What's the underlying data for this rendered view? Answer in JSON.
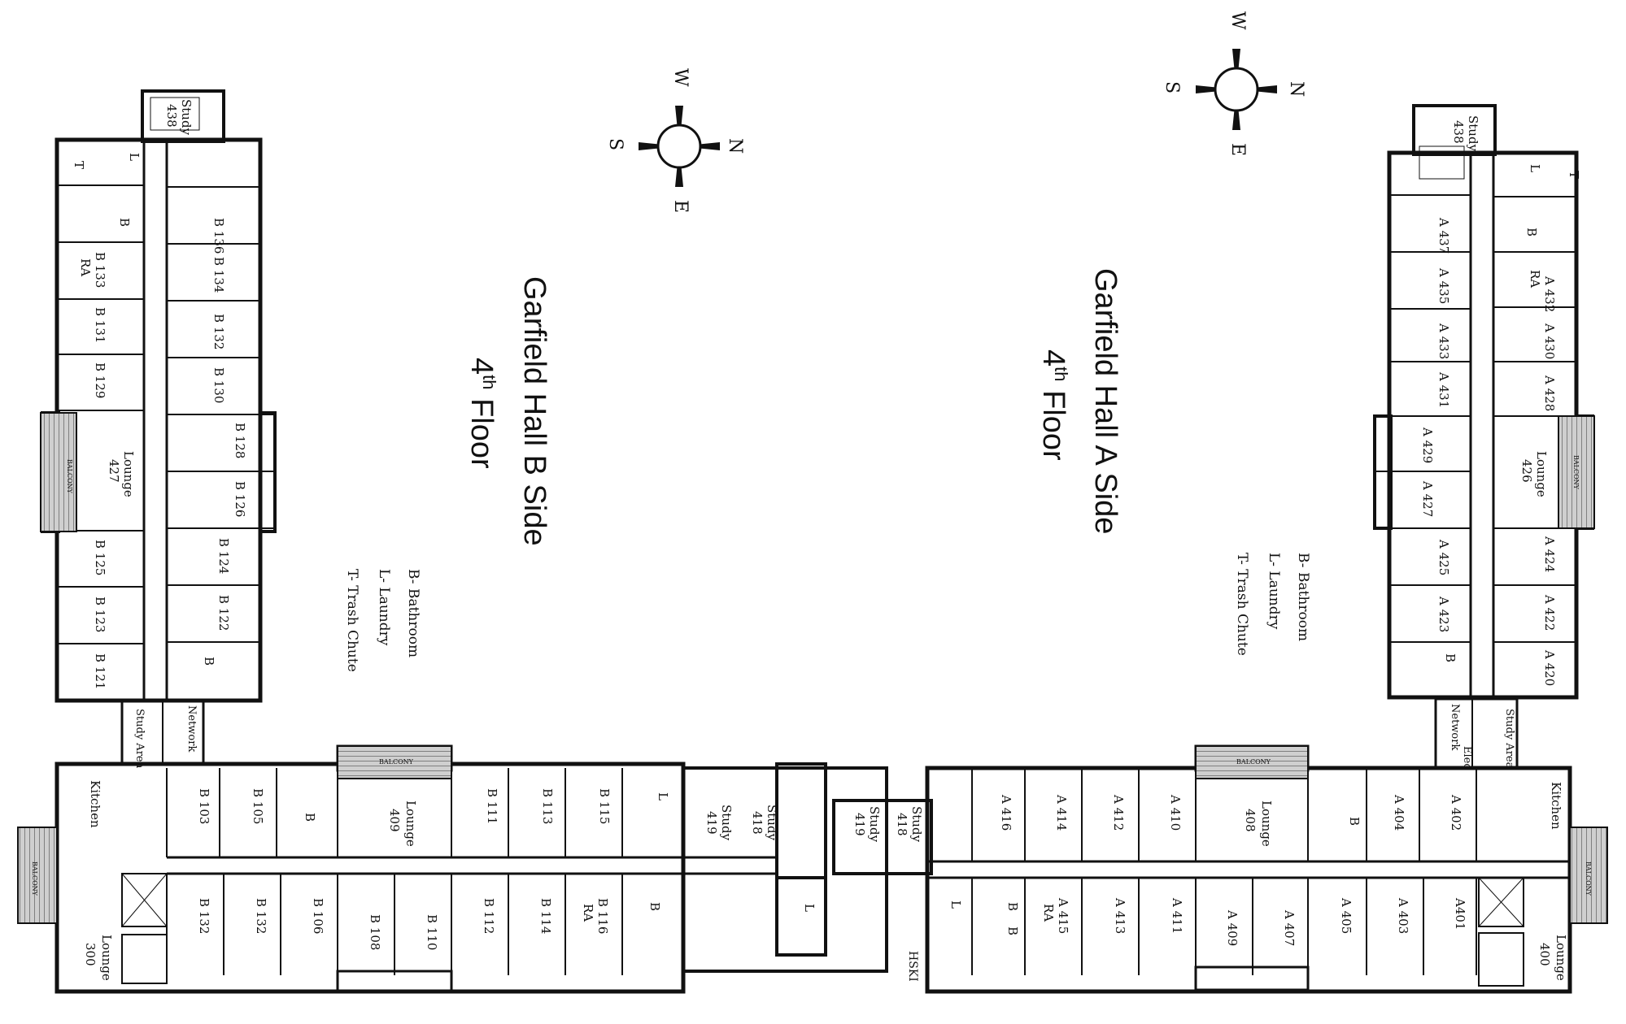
{
  "titles": {
    "b_side": {
      "line1": "Garfield Hall B Side",
      "floor_num": "4",
      "floor_sup": "th",
      "floor_word": "Floor"
    },
    "a_side": {
      "line1": "Garfield Hall A Side",
      "floor_num": "4",
      "floor_sup": "th",
      "floor_word": "Floor"
    }
  },
  "legend": {
    "bathroom": "B- Bathroom",
    "laundry": "L- Laundry",
    "trash": "T- Trash Chute"
  },
  "compass": {
    "n": "N",
    "s": "S",
    "e": "E",
    "w": "W"
  },
  "balcony_label": "BALCONY",
  "hski_label": "HSKI",
  "b_wing": {
    "study_top": {
      "name": "Study",
      "num": "438"
    },
    "west_rooms": [
      "B 133",
      "B 131",
      "B 129",
      "B 125",
      "B 123",
      "B 121"
    ],
    "ra_label": "RA",
    "east_rooms": [
      "B 136",
      "B 134",
      "B 132",
      "B 130",
      "B 128",
      "B 126",
      "B 124",
      "B 122"
    ],
    "lounge": {
      "name": "Lounge",
      "num": "427"
    },
    "network": "Network",
    "study_area": "Study Area",
    "kitchen": "Kitchen",
    "lounge300": {
      "name": "Lounge",
      "num": "300"
    },
    "top_rooms": [
      "B 103",
      "B 105",
      "B 111",
      "B 113",
      "B 115"
    ],
    "lounge409": {
      "name": "Lounge",
      "num": "409"
    },
    "study419": {
      "name": "Study",
      "num": "419"
    },
    "study418": {
      "name": "Study",
      "num": "418"
    },
    "bottom_rooms": [
      "B 132",
      "B 132",
      "B 106",
      "B 108",
      "B 110",
      "B 112",
      "B 114",
      "B 116"
    ],
    "ra_bottom": "RA",
    "marks": {
      "L": "L",
      "B": "B",
      "T": "T"
    }
  },
  "a_wing": {
    "study_top": {
      "name": "Study",
      "num": "438"
    },
    "west_rooms": [
      "A 437",
      "A 435",
      "A 433",
      "A 431",
      "A 429",
      "A 427",
      "A 425",
      "A 423"
    ],
    "east_rooms": [
      "A 432",
      "A 430",
      "A 428",
      "A 424",
      "A 422",
      "A 420"
    ],
    "ra_label": "RA",
    "lounge": {
      "name": "Lounge",
      "num": "426"
    },
    "network": "Network",
    "elec": "Elec",
    "study_area": "Study Area",
    "kitchen": "Kitchen",
    "lounge400": {
      "name": "Lounge",
      "num": "400"
    },
    "top_rooms": [
      "A 416",
      "A 414",
      "A 412",
      "A 410",
      "A 404",
      "A 402"
    ],
    "lounge408": {
      "name": "Lounge",
      "num": "408"
    },
    "study419": {
      "name": "Study",
      "num": "419"
    },
    "study418": {
      "name": "Study",
      "num": "418"
    },
    "bottom_rooms": [
      "A 415",
      "A 413",
      "A 411",
      "A 409",
      "A 407",
      "A 405",
      "A 403",
      "A401"
    ],
    "ra_bottom": "RA",
    "marks": {
      "L": "L",
      "B": "B",
      "T": "T"
    }
  }
}
